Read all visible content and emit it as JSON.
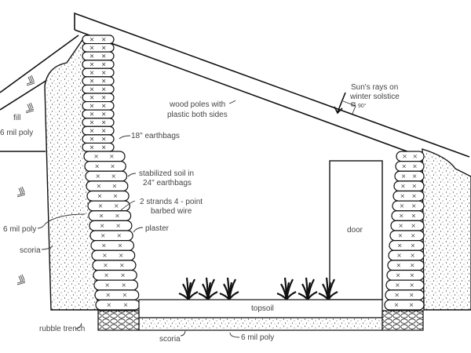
{
  "diagram": {
    "title": "Earthbag greenhouse cross-section",
    "labels": {
      "fill": "fill",
      "poly_upper": "6 mil poly",
      "wood_poles": [
        "wood poles with",
        "plastic both sides"
      ],
      "sun": [
        "Sun's rays on",
        "winter solstice"
      ],
      "angle": "90°",
      "earthbags_18": "18\" earthbags",
      "stabilized": [
        "stabilized soil in",
        "24\" earthbags"
      ],
      "barbed": [
        "2 strands 4 - point",
        "barbed wire"
      ],
      "plaster": "plaster",
      "poly_mid": "6 mil poly",
      "scoria_side": "scoria",
      "door": "door",
      "topsoil": "topsoil",
      "rubble": "rubble trench",
      "scoria_floor": "scoria",
      "poly_floor": "6 mil poly"
    }
  }
}
